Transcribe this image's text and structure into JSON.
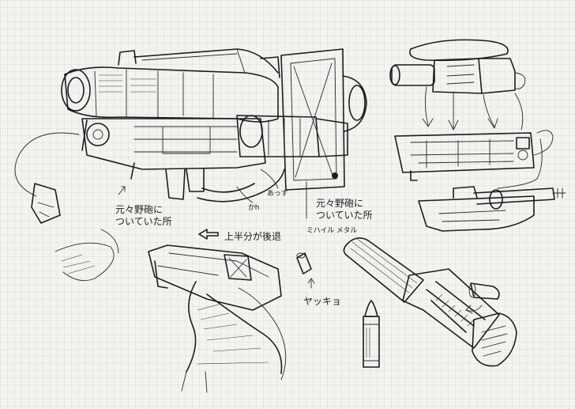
{
  "notes": {
    "origin_left": "元々野砲に\nついていた所",
    "origin_right": "元々野砲に\nついていた所",
    "recoil": "上半分が後退",
    "shell": "ヤッキョ",
    "material": "ミハイル メタル",
    "label_a": "かh",
    "label_b": "あっす"
  }
}
